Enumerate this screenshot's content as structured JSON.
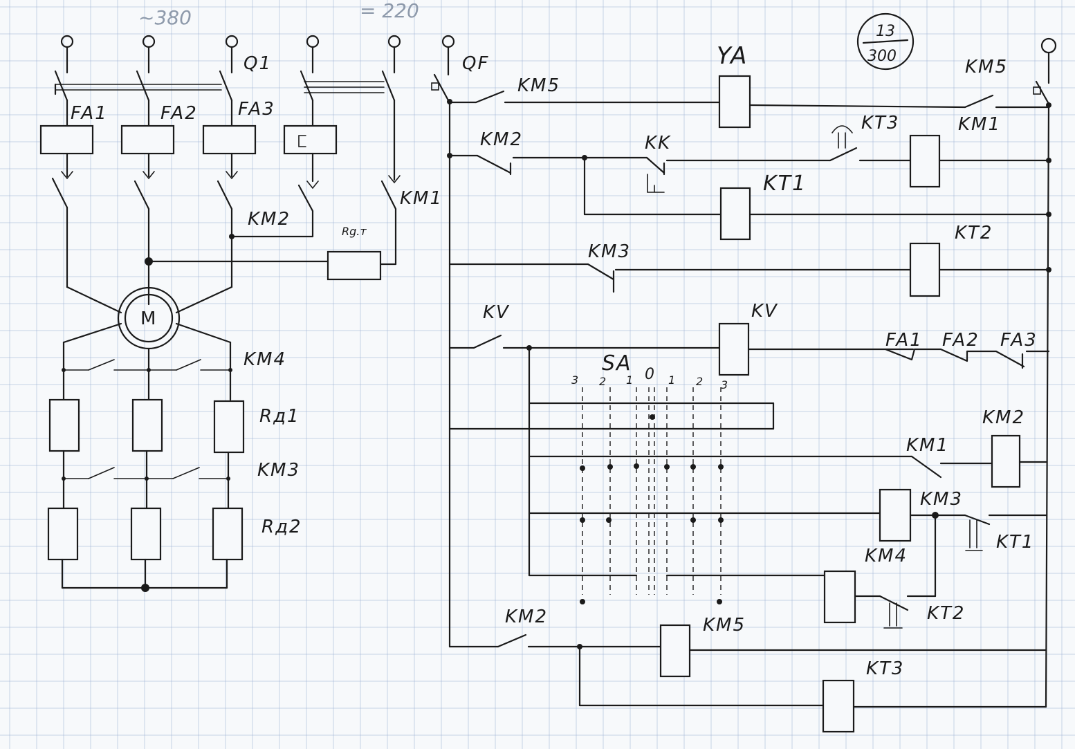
{
  "header": {
    "note_left": "~380",
    "note_right": "= 220"
  },
  "stamp": {
    "top": "13",
    "bottom": "300"
  },
  "power_circuit": {
    "switches": {
      "q1": "Q1",
      "qf": "QF"
    },
    "fuses": [
      "FA1",
      "FA2",
      "FA3"
    ],
    "contactors": {
      "km2": "KM2",
      "km1": "KM1",
      "km4": "KM4",
      "km3": "KM3"
    },
    "resistors": {
      "rdt": "Rg.т",
      "rd1": "Rд1",
      "rd2": "Rд2"
    },
    "motor": "M"
  },
  "control_circuit": {
    "top_row": {
      "km5_contact": "KM5",
      "ya_coil": "YA",
      "km5_right": "KM5",
      "km1_right": "KM1"
    },
    "row2": {
      "km2_contact": "KM2",
      "kk": "KK",
      "kt3": "KT3",
      "kt1_coil": "KT1"
    },
    "row3": {
      "kt2_coil": "KT2"
    },
    "row4": {
      "km3_contact": "KM3"
    },
    "row5": {
      "kv_contact": "KV",
      "kv_coil": "KV",
      "fa1": "FA1",
      "fa2": "FA2",
      "fa3": "FA3"
    },
    "selector": {
      "name": "SA",
      "positions": [
        "3",
        "2",
        "1",
        "0",
        "1",
        "2",
        "3"
      ]
    },
    "lower": {
      "km2_coil": "KM2",
      "km1_contact": "KM1",
      "km3_label": "KM3",
      "kt1_contact": "KT1",
      "km4_label": "KM4",
      "kt2_contact": "KT2",
      "km2_bottom": "KM2",
      "km5_coil": "KM5",
      "kt3_coil": "KT3"
    }
  }
}
